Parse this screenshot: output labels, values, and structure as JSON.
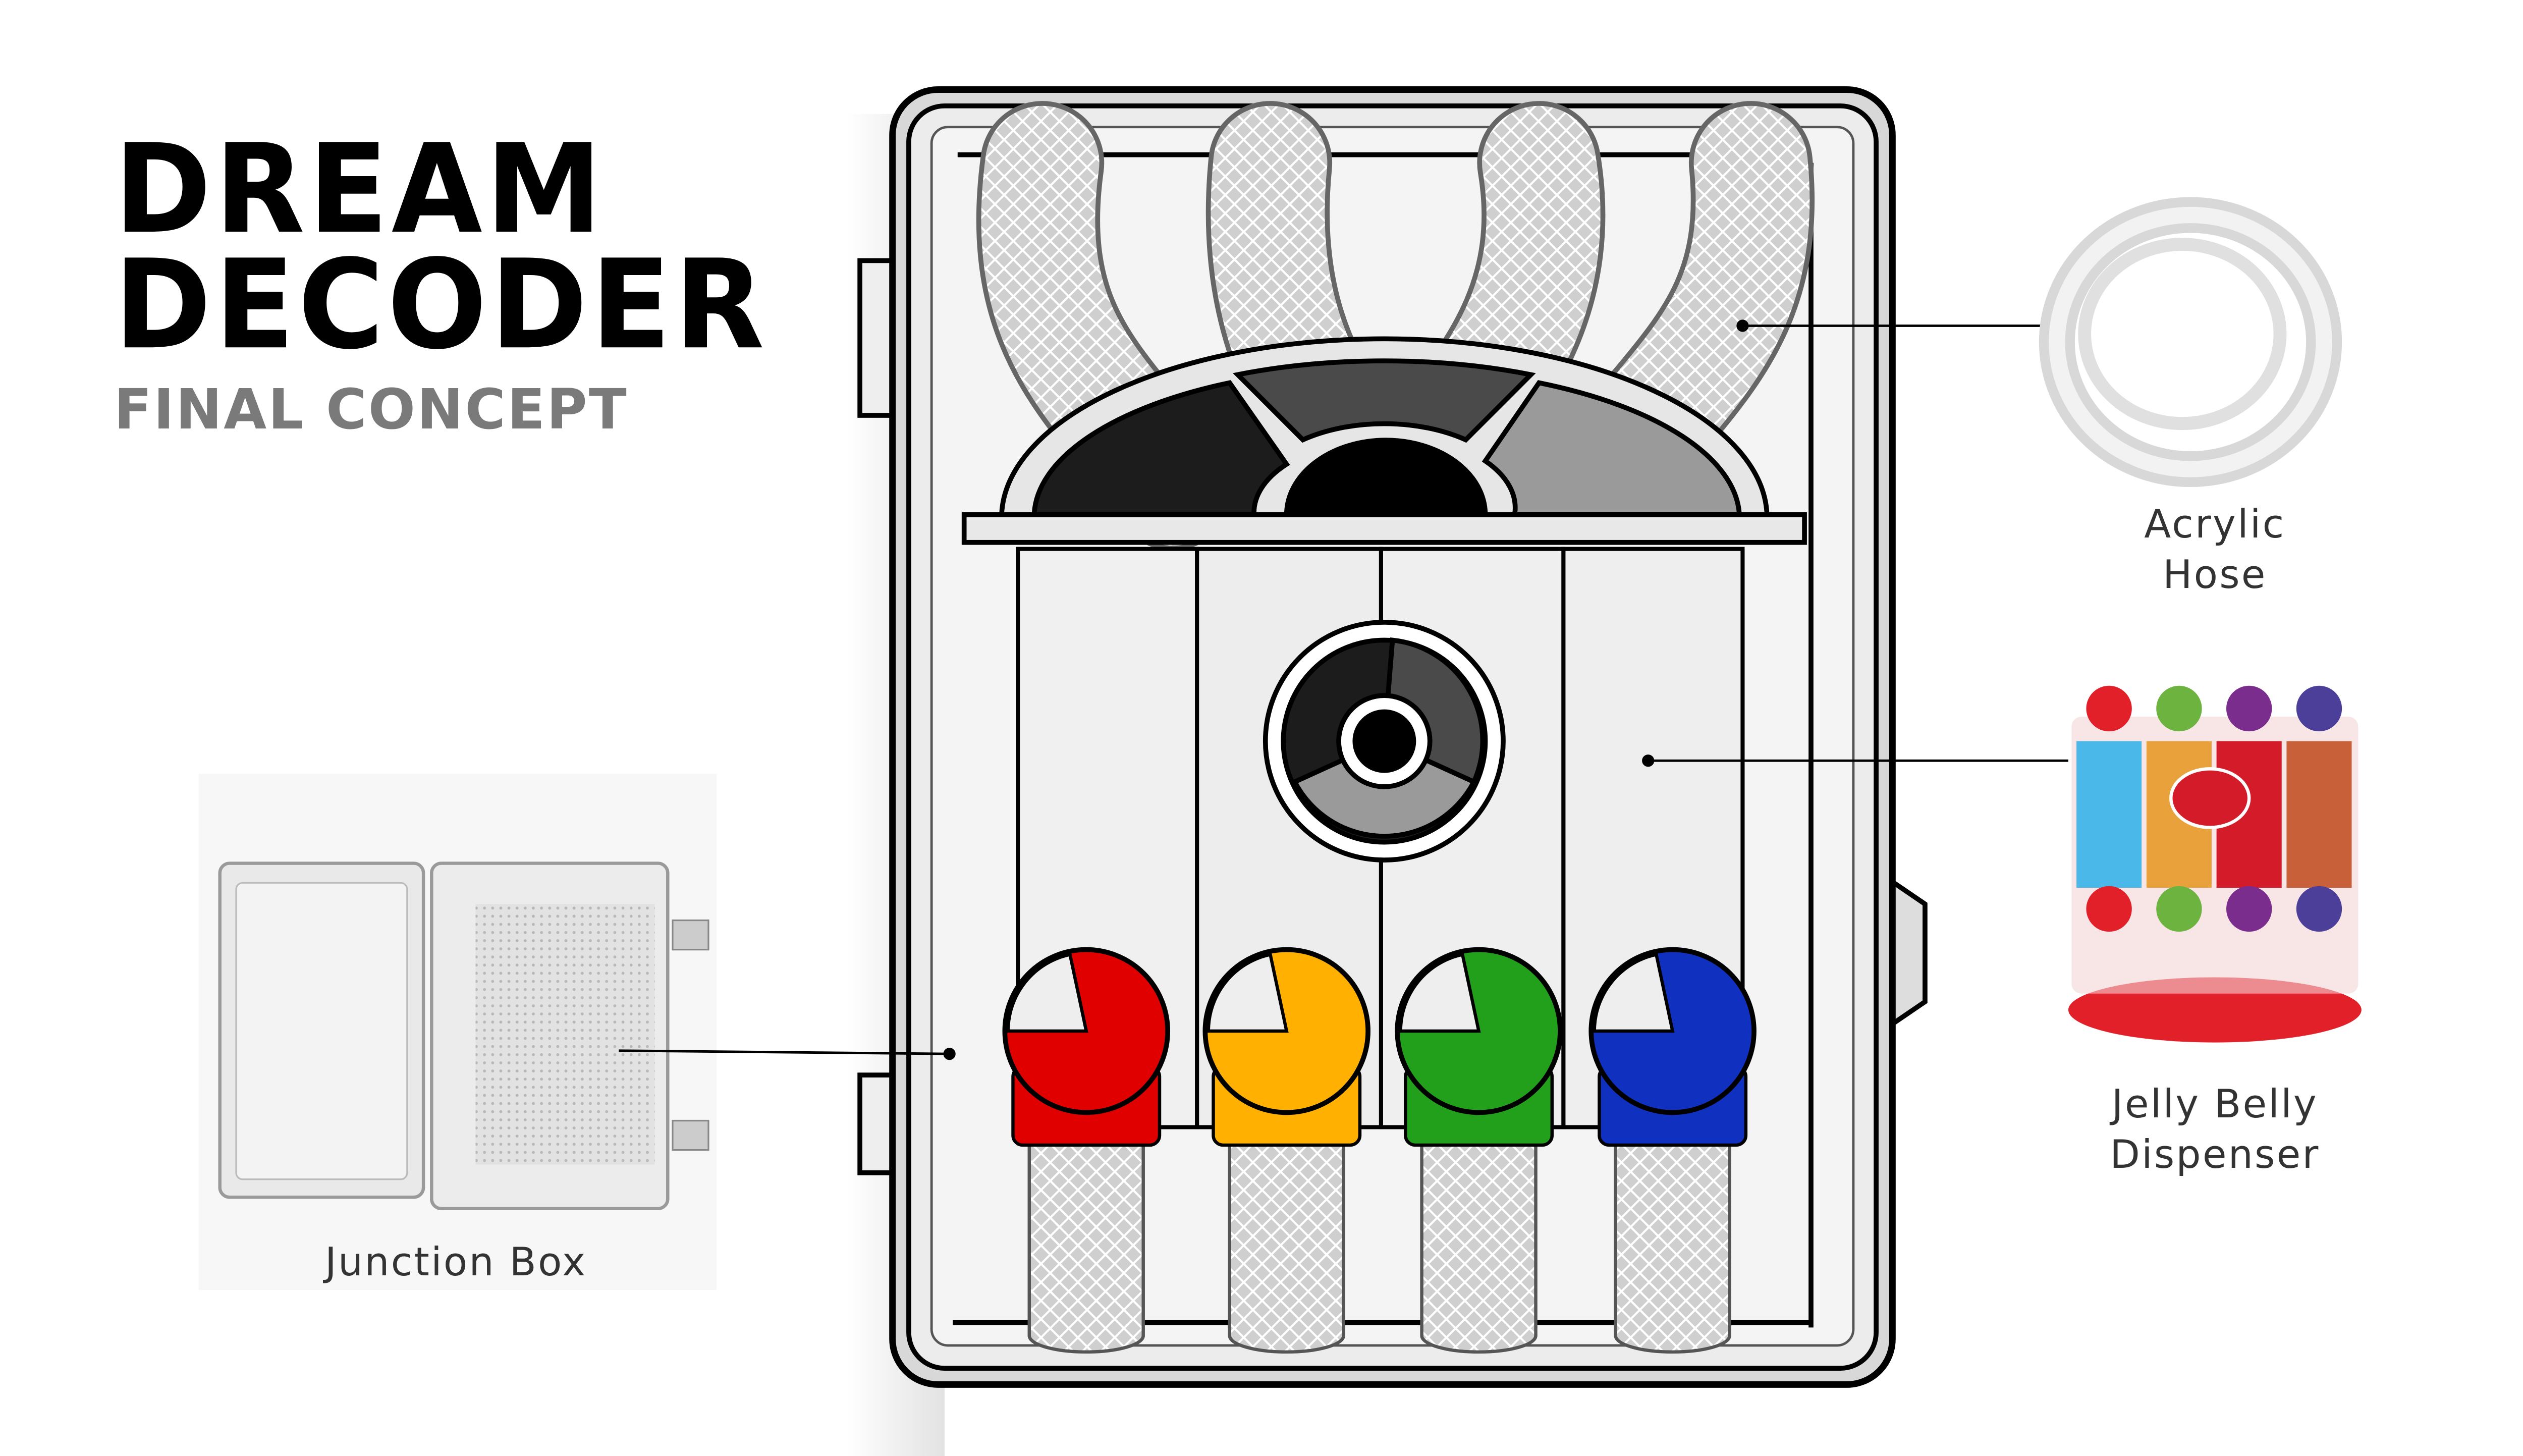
{
  "title": {
    "line1": "DREAM",
    "line2": "DECODER",
    "subtitle": "FINAL CONCEPT"
  },
  "callouts": {
    "junction_box": "Junction Box",
    "acrylic_hose": {
      "line1": "Acrylic",
      "line2": "Hose"
    },
    "jelly_belly": {
      "line1": "Jelly Belly",
      "line2": "Dispenser"
    }
  },
  "dispenser_colors": [
    "#e00000",
    "#ffb000",
    "#22a01c",
    "#1030c0"
  ],
  "dial_shades": [
    "#1c1c1c",
    "#4a4a4a",
    "#9a9a9a"
  ]
}
